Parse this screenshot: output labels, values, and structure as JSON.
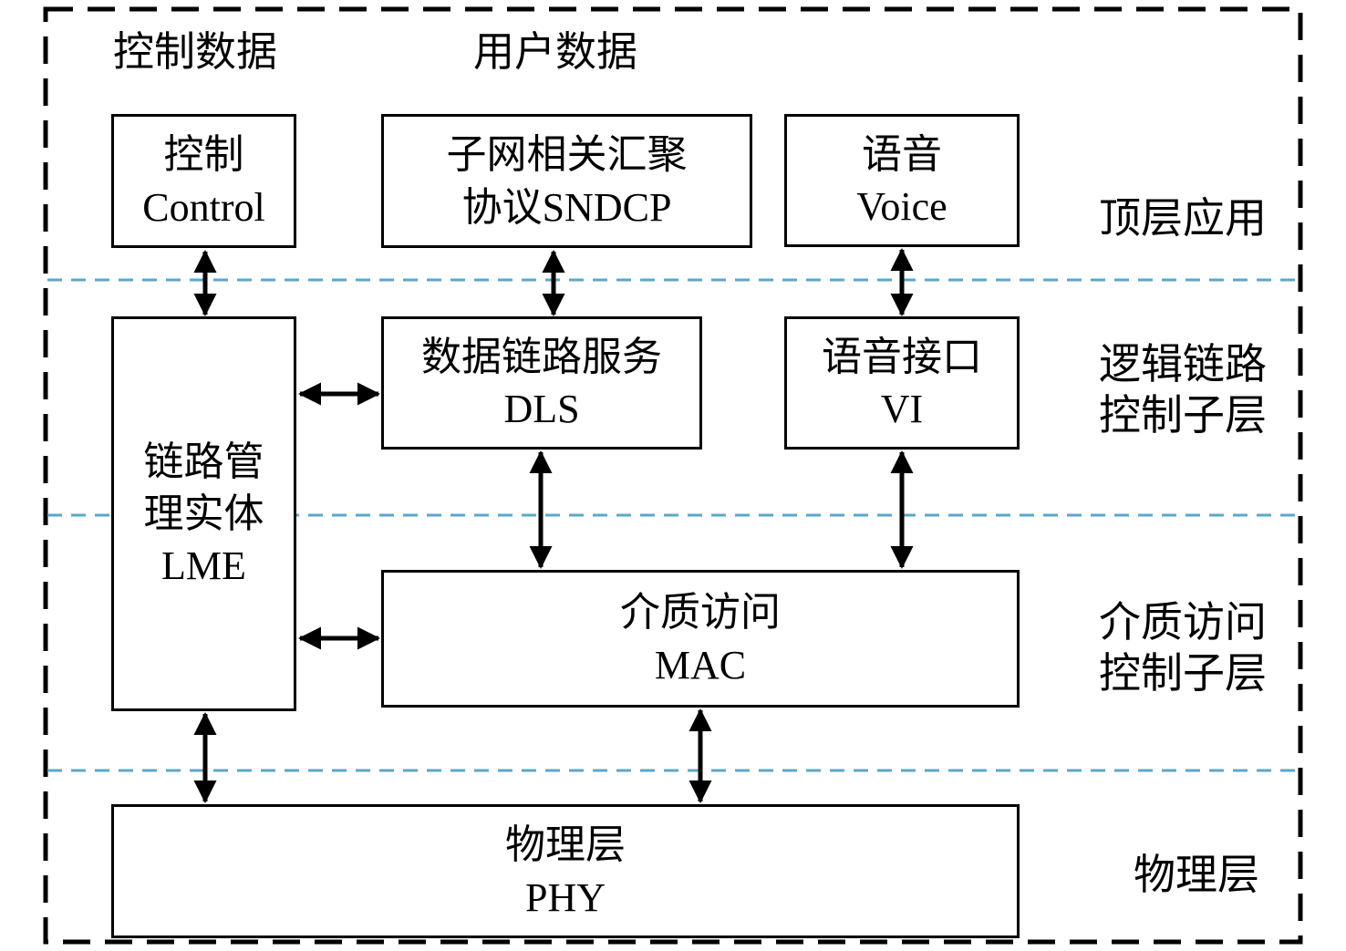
{
  "diagram": {
    "title": "protocol-stack-architecture",
    "top_labels": {
      "control_data": "控制数据",
      "user_data": "用户数据"
    },
    "boxes": {
      "control": {
        "line1": "控制",
        "line2": "Control"
      },
      "sndcp": {
        "line1": "子网相关汇聚",
        "line2": "协议SNDCP"
      },
      "voice": {
        "line1": "语音",
        "line2": "Voice"
      },
      "lme": {
        "line1": "链路管",
        "line2": "理实体",
        "line3": "LME"
      },
      "dls": {
        "line1": "数据链路服务",
        "line2": "DLS"
      },
      "vi": {
        "line1": "语音接口",
        "line2": "VI"
      },
      "mac": {
        "line1": "介质访问",
        "line2": "MAC"
      },
      "phy": {
        "line1": "物理层",
        "line2": "PHY"
      }
    },
    "layer_labels": {
      "top_application": "顶层应用",
      "llc_line1": "逻辑链路",
      "llc_line2": "控制子层",
      "mac_line1": "介质访问",
      "mac_line2": "控制子层",
      "physical": "物理层"
    },
    "colors": {
      "divider_blue": "#5aa7cb",
      "outline_black": "#000000",
      "box_fill": "#ffffff"
    }
  }
}
